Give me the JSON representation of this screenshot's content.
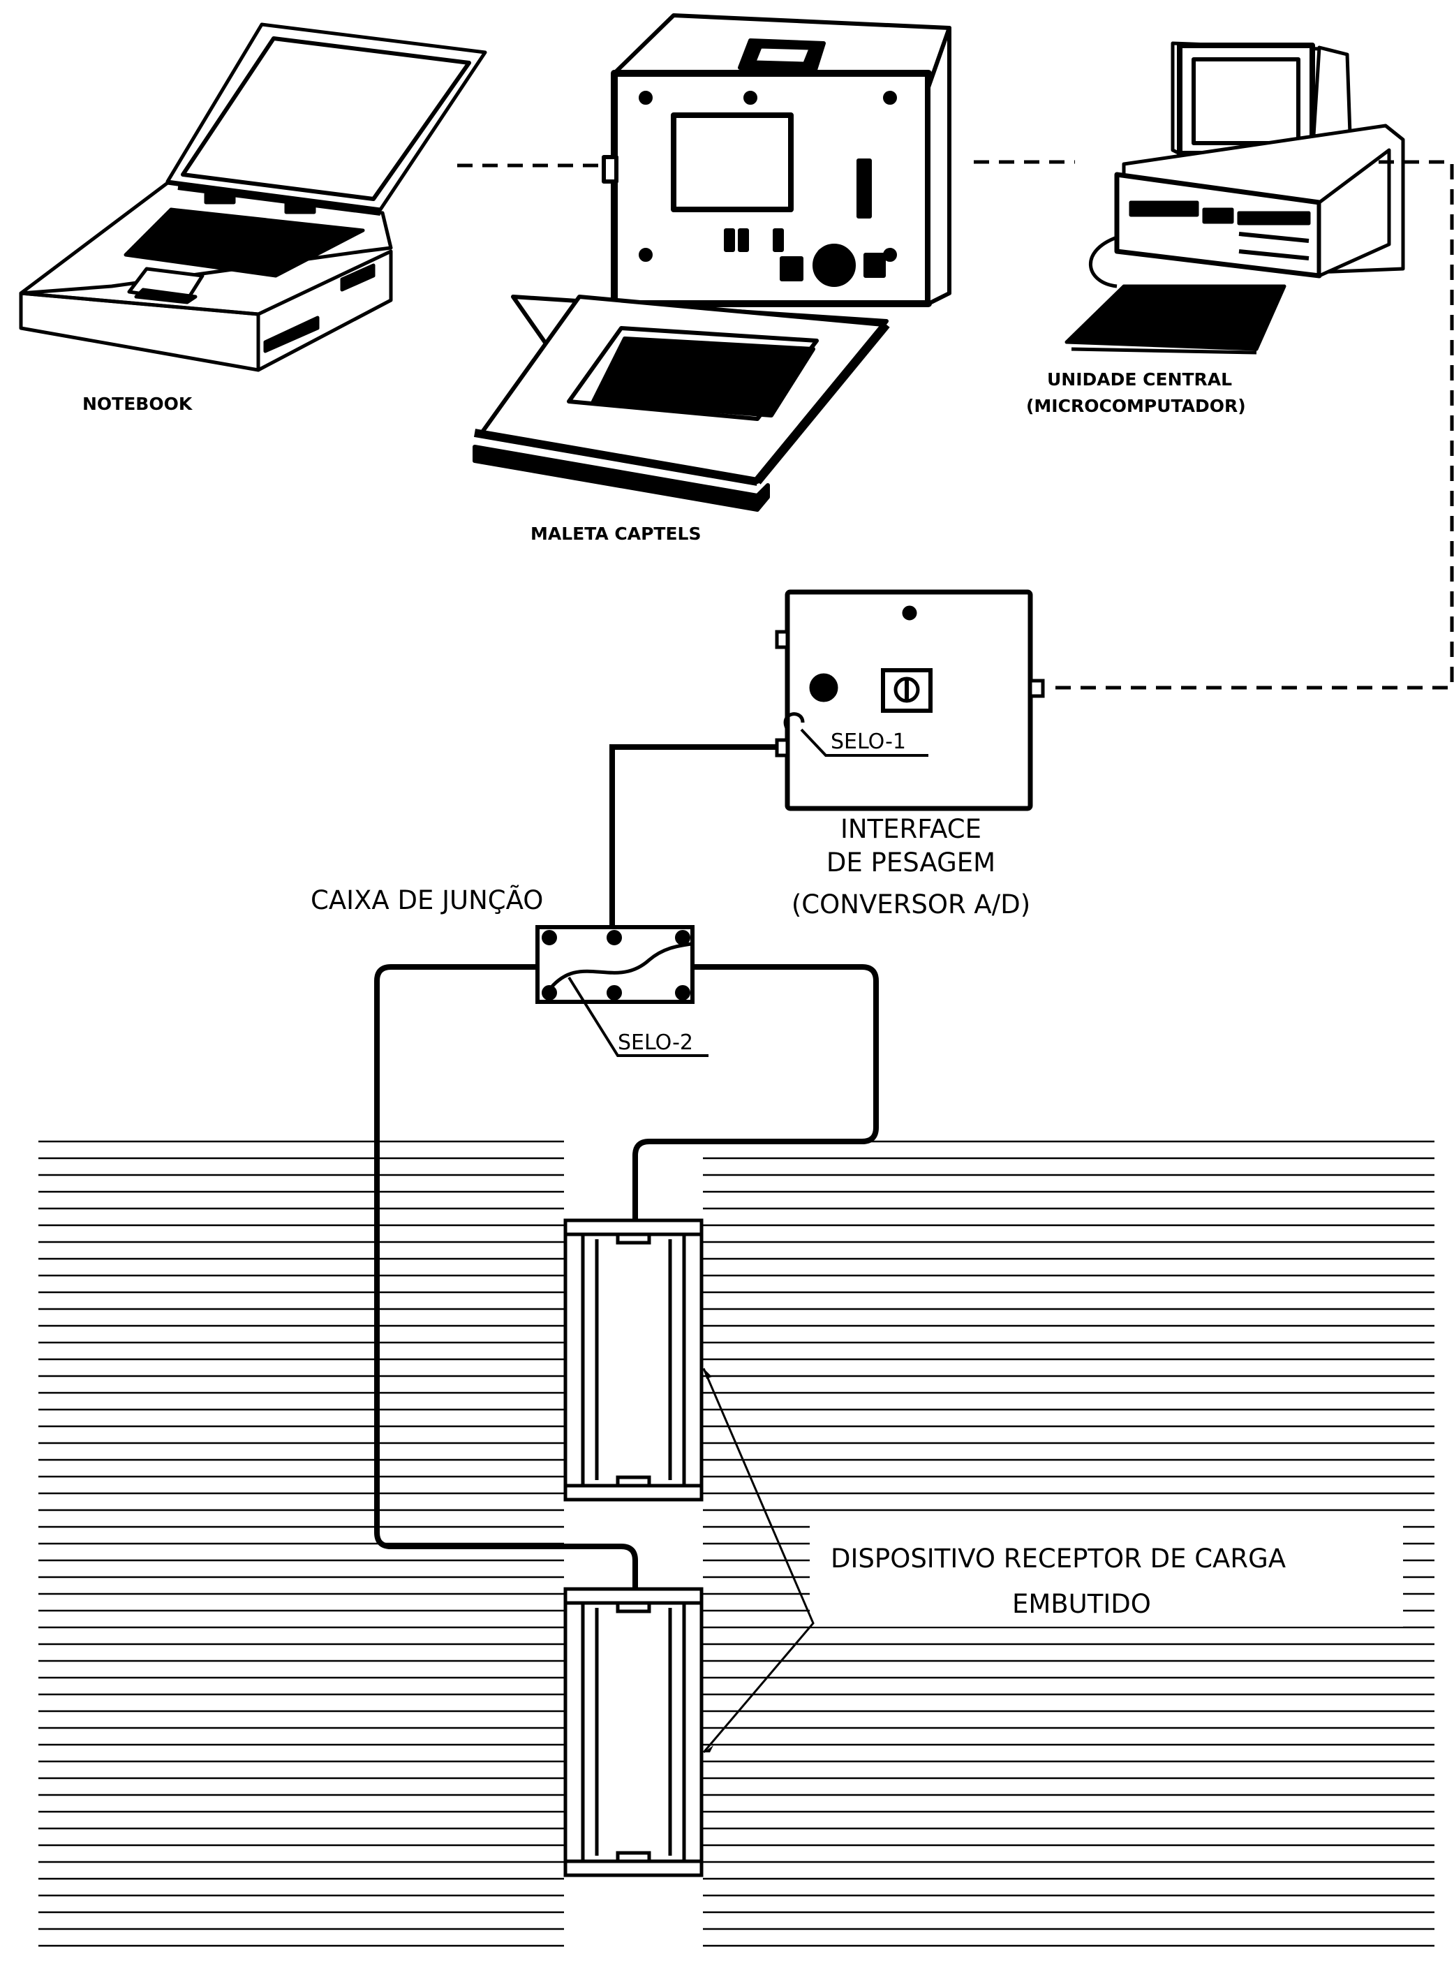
{
  "labels": {
    "notebook": "NOTEBOOK",
    "maleta": "MALETA CAPTELS",
    "unidade_line1": "UNIDADE CENTRAL",
    "unidade_line2": "(MICROCOMPUTADOR)",
    "selo1": "SELO-1",
    "interface_line1": "INTERFACE",
    "interface_line2": "DE PESAGEM",
    "interface_line3": "(CONVERSOR A/D)",
    "caixa": "CAIXA DE JUNÇÃO",
    "selo2": "SELO-2",
    "dispositivo_line1": "DISPOSITIVO RECEPTOR DE CARGA",
    "dispositivo_line2": "EMBUTIDO"
  },
  "icons": {
    "notebook": "laptop-icon",
    "maleta": "portable-case-icon",
    "unidade": "desktop-computer-icon",
    "interface": "weighing-interface-box",
    "caixa": "junction-box",
    "dispositivo": "load-receptor-plate"
  },
  "colors": {
    "ink": "#000000",
    "paper": "#ffffff"
  }
}
